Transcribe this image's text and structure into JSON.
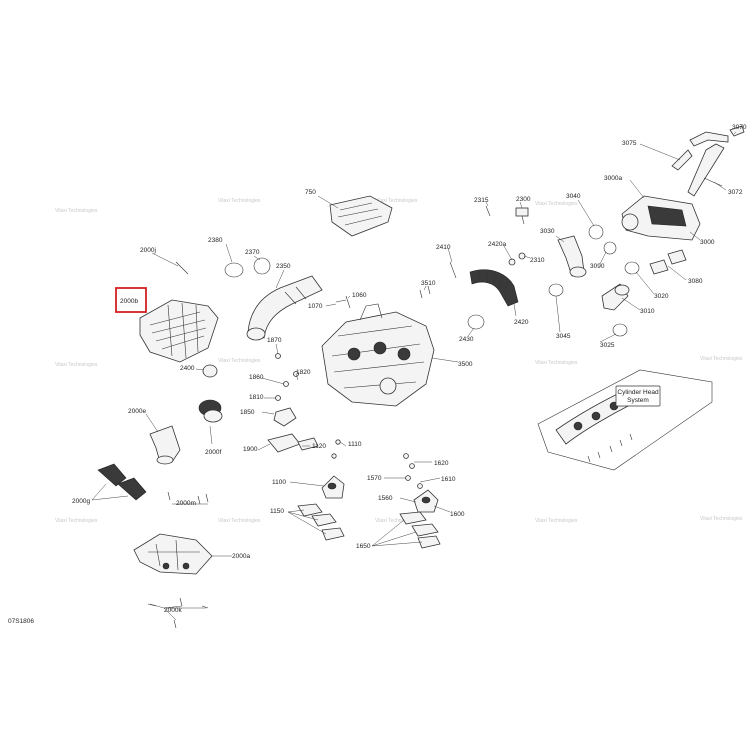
{
  "diagram_code": "07S1806",
  "highlighted_part": "2000b",
  "callout_box": {
    "line1": "Cylinder Head",
    "line2": "System"
  },
  "watermark_text": "Vilaxi Technologies",
  "parts": [
    "750",
    "2000j",
    "2000b",
    "2380",
    "2370",
    "2350",
    "2400",
    "1870",
    "1860",
    "1820",
    "1810",
    "1850",
    "2000e",
    "2000f",
    "1900",
    "1120",
    "1110",
    "2000g",
    "2000m",
    "2000a",
    "2000k",
    "1070",
    "1060",
    "1100",
    "1150",
    "1570",
    "1620",
    "1610",
    "1560",
    "1600",
    "1650",
    "2315",
    "2300",
    "2420a",
    "2310",
    "2410",
    "3510",
    "2420",
    "2430",
    "3500",
    "3040",
    "3030",
    "3090",
    "3045",
    "3010",
    "3025",
    "3020",
    "3080",
    "3000",
    "3000a",
    "3075",
    "3070",
    "3072"
  ]
}
